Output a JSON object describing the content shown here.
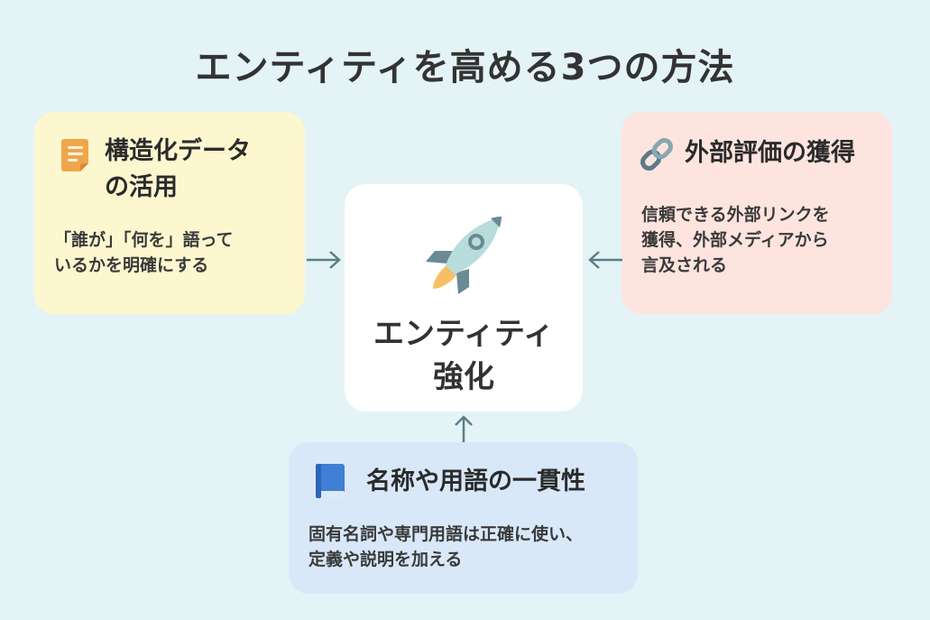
{
  "title": "エンティティを高める3つの方法",
  "center": {
    "line1": "エンティティ",
    "line2": "強化",
    "icon": "rocket-icon"
  },
  "cards": {
    "structured": {
      "icon": "document-icon",
      "heading_line1": "構造化データ",
      "heading_line2": "の活用",
      "desc_line1": "「誰が」「何を」語って",
      "desc_line2": "いるかを明確にする",
      "color": "#fdf7d0"
    },
    "external": {
      "icon": "link-icon",
      "heading": "外部評価の獲得",
      "desc_line1": "信頼できる外部リンクを",
      "desc_line2": "獲得、外部メディアから",
      "desc_line3": "言及される",
      "color": "#fde4df"
    },
    "naming": {
      "icon": "book-icon",
      "heading": "名称や用語の一貫性",
      "desc_line1": "固有名詞や専門用語は正確に使い、",
      "desc_line2": "定義や説明を加える",
      "color": "#d9e8f9"
    }
  },
  "colors": {
    "background": "#e4f3f6",
    "arrow": "#5a7f86"
  }
}
